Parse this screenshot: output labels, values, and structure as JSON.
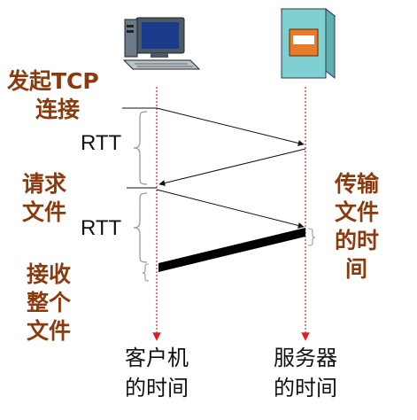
{
  "labels": {
    "initiate_tcp_line1": "发起TCP",
    "initiate_tcp_line2": "连接",
    "rtt_first": "RTT",
    "request_line1": "请求",
    "request_line2": "文件",
    "rtt_second": "RTT",
    "receive_line1": "接收",
    "receive_line2": "整个",
    "receive_line3": "文件",
    "transmit_line1": "传输",
    "transmit_line2": "文件",
    "transmit_line3": "的时",
    "transmit_line4": "间",
    "client_time_line1": "客户机",
    "client_time_line2": "的时间",
    "server_time_line1": "服务器",
    "server_time_line2": "的时间"
  },
  "icons": {
    "client": "desktop-computer-icon",
    "server": "server-tower-icon"
  },
  "colors": {
    "label_accent": "#8B3A0E",
    "timeline": "#e02020",
    "server_body": "#7fd0d0",
    "server_panel": "#e87a2a"
  }
}
